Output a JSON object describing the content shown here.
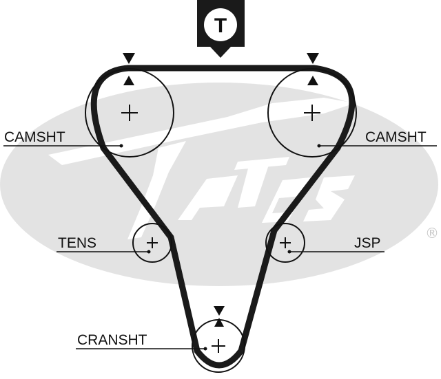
{
  "labels": {
    "camshaft_left": "CAMSHT",
    "camshaft_right": "CAMSHT",
    "tensioner": "TENS",
    "jackshaft": "JSP",
    "crankshaft": "CRANSHT",
    "tension_marker": "T",
    "registered": "®"
  },
  "colors": {
    "belt": "#1a1a1a",
    "logo_watermark": "#e3e3e3",
    "ink": "#111111"
  },
  "icons": {
    "watermark": "gates-logo-watermark",
    "timing_mark": "triangle-mark-icon",
    "pulley_center": "plus-cross-icon"
  }
}
